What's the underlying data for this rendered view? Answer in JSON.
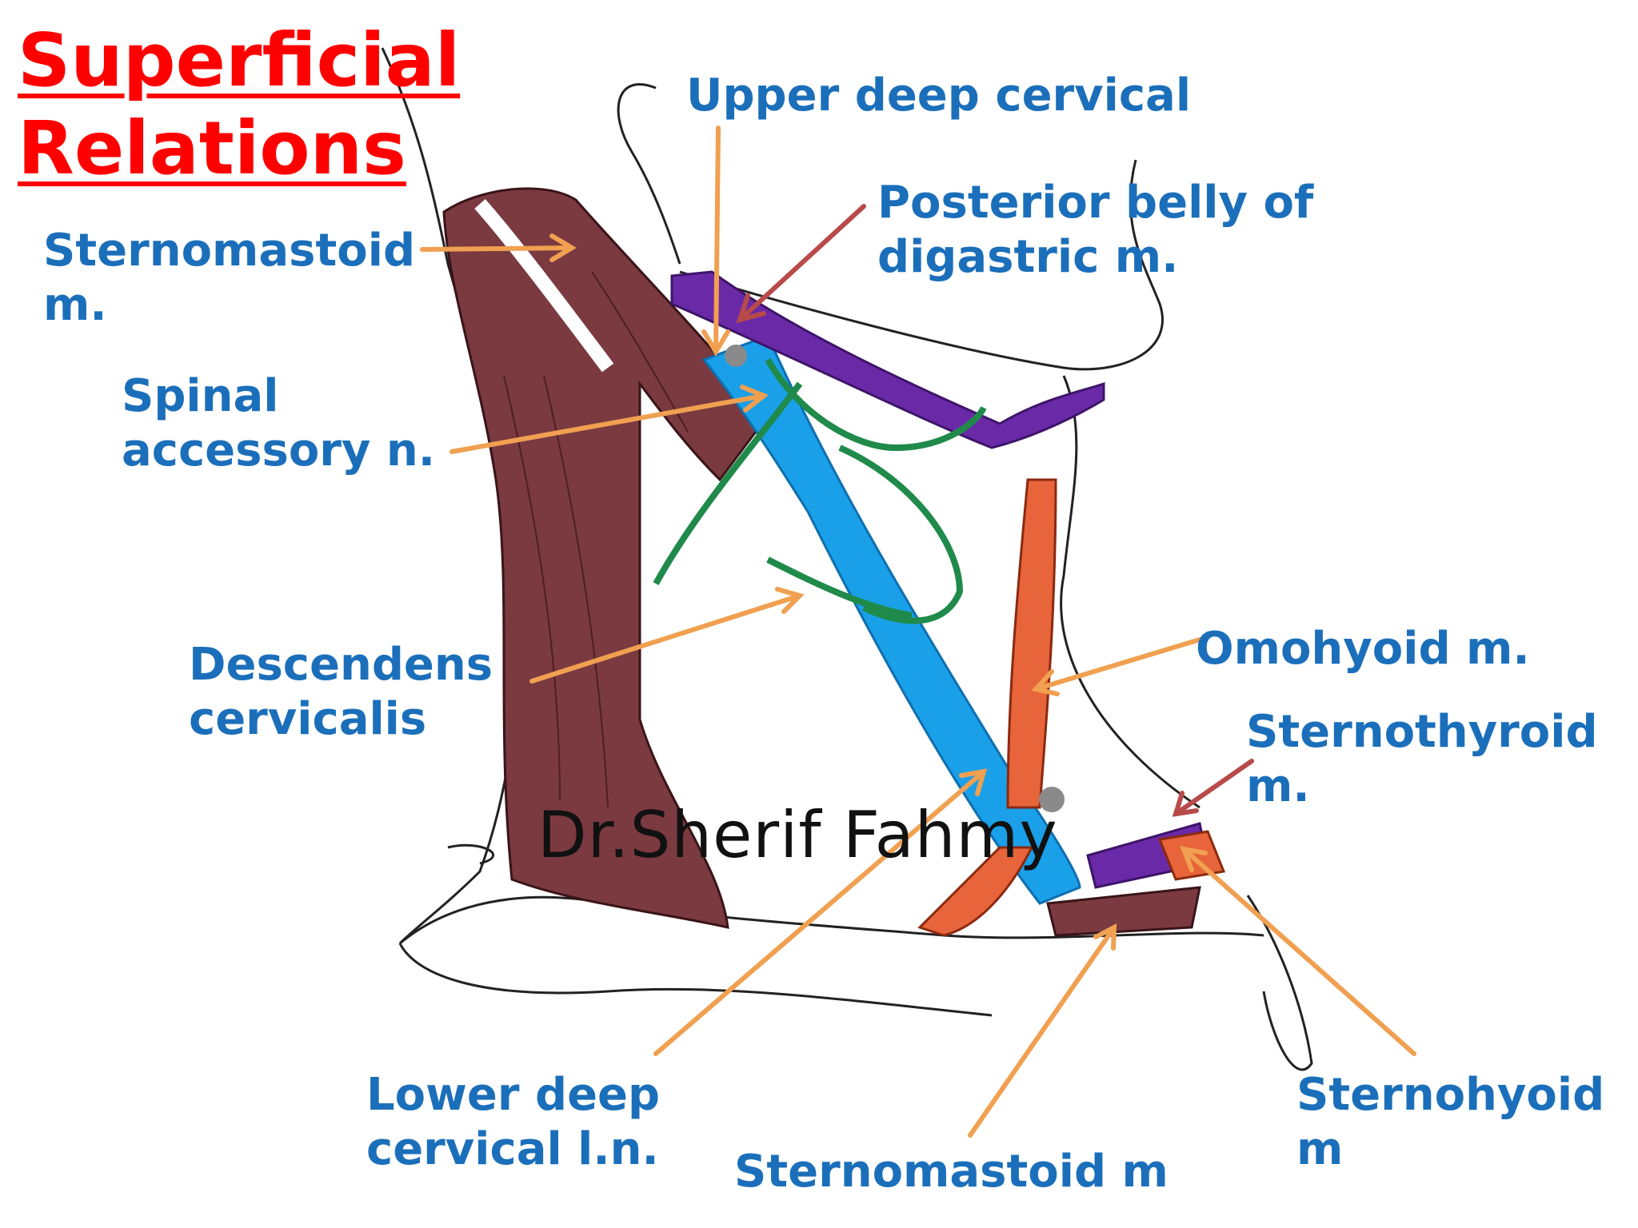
{
  "title": {
    "line1": "Superficial",
    "line2": "Relations"
  },
  "labels": {
    "upper_deep_cervical": {
      "line1": "Upper deep cervical"
    },
    "posterior_belly": {
      "line1": "Posterior belly of",
      "line2": "digastric m."
    },
    "sternomastoid_top": {
      "line1": "Sternomastoid",
      "line2": "m."
    },
    "spinal_accessory": {
      "line1": "Spinal",
      "line2": "accessory n."
    },
    "descendens": {
      "line1": "Descendens",
      "line2": "cervicalis"
    },
    "omohyoid": {
      "line1": "Omohyoid m."
    },
    "sternothyroid": {
      "line1": "Sternothyroid",
      "line2": "m."
    },
    "lower_deep": {
      "line1": "Lower deep",
      "line2": "cervical l.n."
    },
    "sternomastoid_bottom": {
      "line1": "Sternomastoid m"
    },
    "sternohyoid": {
      "line1": "Sternohyoid",
      "line2": "m"
    }
  },
  "watermark": "Dr.Sherif Fahmy",
  "colors": {
    "title": "#ff0000",
    "label": "#1b6fba",
    "arrow_orange": "#f0a050",
    "arrow_red": "#b84a4a",
    "sternomastoid_muscle": "#7a3a40",
    "internal_jugular_vein": "#1aa0e8",
    "nerve": "#1f8a4a",
    "digastric": "#6a2aa8",
    "omohyoid": "#e8643a"
  }
}
